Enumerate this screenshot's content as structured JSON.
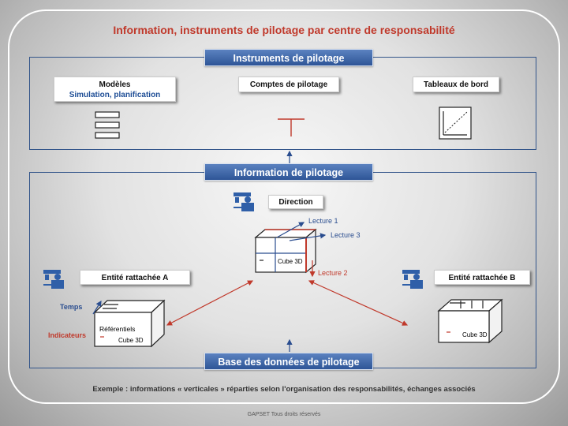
{
  "title": "Information, instruments de pilotage par centre de responsabilité",
  "top_section": {
    "banner": "Instruments de pilotage",
    "items": [
      {
        "title": "Modèles",
        "subtitle": "Simulation, planification",
        "icon": "stack-blocks-icon"
      },
      {
        "title": "Comptes de pilotage",
        "icon": "t-account-icon"
      },
      {
        "title": "Tableaux de bord",
        "icon": "dashboard-chart-icon"
      }
    ]
  },
  "middle_section": {
    "banner": "Information de pilotage",
    "direction": {
      "label": "Direction",
      "icon": "manager-at-desk-icon"
    },
    "entity_a": {
      "label": "Entité rattachée A",
      "icon": "manager-at-desk-icon"
    },
    "entity_b": {
      "label": "Entité rattachée B",
      "icon": "manager-at-desk-icon"
    },
    "center_cube": {
      "label": "Cube 3D",
      "readings": [
        "Lecture 1",
        "Lecture 3",
        "Lecture 2"
      ]
    },
    "cube_a": {
      "label": "Cube 3D",
      "inner": "Référentiels",
      "axes": [
        "Temps",
        "Indicateurs"
      ]
    },
    "cube_b": {
      "label": "Cube 3D"
    }
  },
  "bottom_banner": "Base des données de pilotage",
  "caption": "Exemple : informations « verticales » réparties selon l'organisation des responsabilités, échanges associés",
  "copyright": "GAPSET Tous droits réservés",
  "colors": {
    "accent_red": "#c0392b",
    "banner_blue": "#2e5597",
    "frame_blue": "#33558a"
  }
}
